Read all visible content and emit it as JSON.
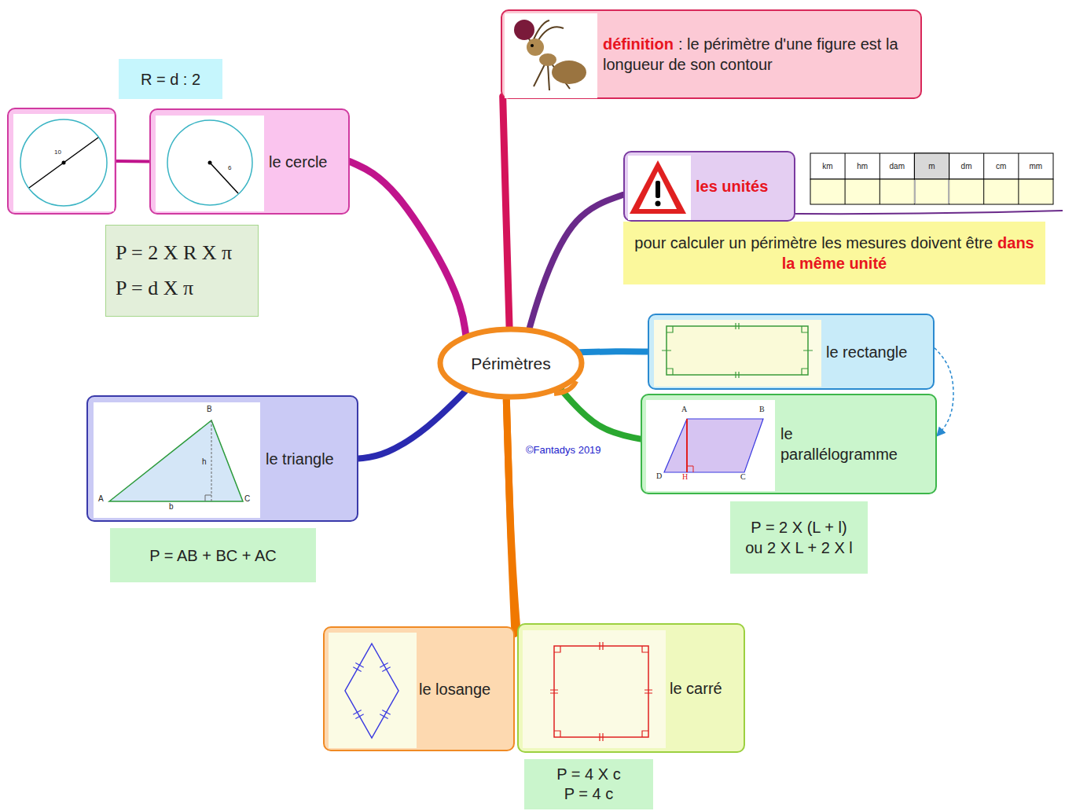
{
  "diagram": {
    "nodes": [
      {
        "text": [
          "Périmètres"
        ]
      },
      {
        "text": [
          "définition",
          ": le périmètre d'une figure est la longueur de son contour"
        ]
      },
      {
        "text": [
          "les unités"
        ]
      },
      {
        "text": [
          "pour calculer un périmètre les mesures doivent être",
          "dans la même unité"
        ]
      },
      {
        "text": [
          "le rectangle"
        ]
      },
      {
        "text": [
          "le parallélogramme"
        ]
      },
      {
        "text": [
          "P = 2 X (L + l)",
          "ou 2 X L + 2 X l"
        ]
      },
      {
        "text": [
          "le carré"
        ]
      },
      {
        "text": [
          "P = 4 X c",
          "P = 4 c"
        ]
      },
      {
        "text": [
          "le losange"
        ]
      },
      {
        "text": [
          "le triangle"
        ]
      },
      {
        "text": [
          "P = AB + BC + AC"
        ]
      },
      {
        "text": [
          "le cercle"
        ]
      },
      {
        "text": [
          "10"
        ]
      },
      {
        "text": [
          "R = d : 2"
        ]
      },
      {
        "text": [
          "P = 2 X R X π",
          "P = d X π"
        ]
      }
    ],
    "edges": [
      {
        "from": 0,
        "to": 1,
        "arrow": "none"
      },
      {
        "from": 0,
        "to": 2,
        "arrow": "none"
      },
      {
        "from": 0,
        "to": 4,
        "arrow": "none"
      },
      {
        "from": 0,
        "to": 5,
        "arrow": "none"
      },
      {
        "from": 0,
        "to": 10,
        "arrow": "none"
      },
      {
        "from": 0,
        "to": 9,
        "arrow": "none"
      },
      {
        "from": 0,
        "to": 7,
        "arrow": "none"
      },
      {
        "from": 0,
        "to": 12,
        "arrow": "none"
      },
      {
        "from": 12,
        "to": 13,
        "arrow": "none"
      },
      {
        "from": 4,
        "to": 5,
        "arrow": "to"
      }
    ],
    "labels": [
      "km",
      "hm",
      "dam",
      "m",
      "dm",
      "cm",
      "mm",
      "6",
      "A",
      "B",
      "D",
      "H",
      "C",
      "B",
      "h",
      "A",
      "b",
      "C",
      "©Fantadys 2019"
    ]
  }
}
